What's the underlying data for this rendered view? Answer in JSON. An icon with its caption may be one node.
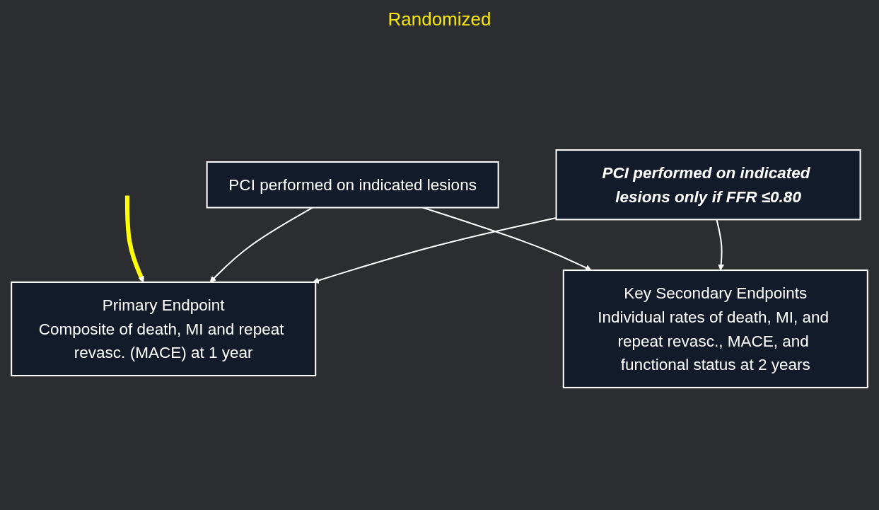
{
  "diagram": {
    "nodes": [
      {
        "text": [
          "PCI performed on indicated lesions only if FFR ≤0.80"
        ]
      },
      {
        "text": [
          "PCI performed on indicated lesions"
        ]
      },
      {
        "text": [
          "Primary Endpoint",
          "Composite of death, MI and repeat revasc. (MACE) at 1 year"
        ]
      },
      {
        "text": [
          "Key Secondary Endpoints",
          "Individual rates of death, MI, and repeat revasc., MACE, and functional status at 2 years"
        ]
      }
    ],
    "edges": [
      {
        "from": 0,
        "to": 2,
        "arrow": "to"
      },
      {
        "from": 0,
        "to": 3,
        "arrow": "to"
      },
      {
        "from": 1,
        "to": 2,
        "arrow": "to"
      },
      {
        "from": 1,
        "to": 3,
        "arrow": "to"
      },
      {
        "from": null,
        "to": 2,
        "arrow": "to",
        "style": "thick",
        "color": "#ffff00"
      }
    ],
    "labels": [
      "Randomized"
    ]
  }
}
